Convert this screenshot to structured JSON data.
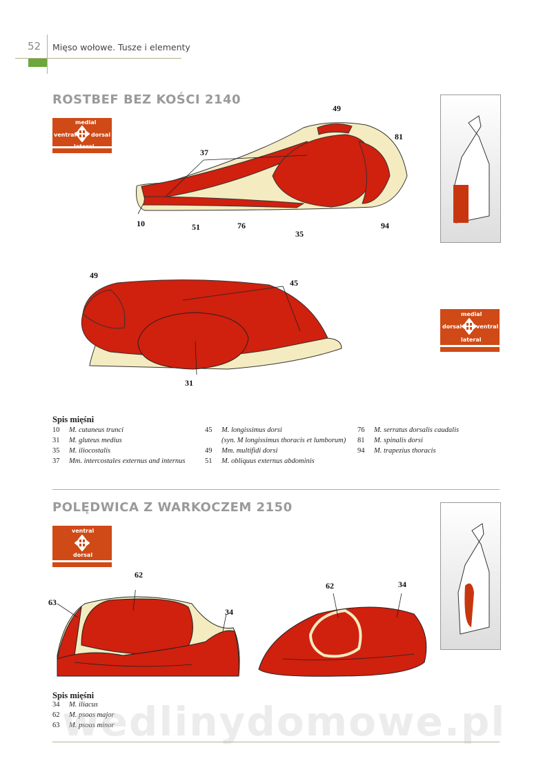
{
  "header": {
    "page_number": "52",
    "title": "Mięso wołowe. Tusze i elementy"
  },
  "colors": {
    "accent": "#cf4a16",
    "meat": "#d0200e",
    "fat": "#f4ebc0",
    "green": "#6aa83a"
  },
  "section1": {
    "title": "ROSTBEF BEZ KOŚCI  2140",
    "orientation1": {
      "top": "medial",
      "left": "ventral",
      "right": "dorsal",
      "bottom": "lateral"
    },
    "orientation2": {
      "top": "medial",
      "left": "dorsal",
      "right": "ventral",
      "bottom": "lateral"
    },
    "diagram1_labels": [
      "49",
      "81",
      "37",
      "10",
      "51",
      "76",
      "35",
      "94"
    ],
    "diagram2_labels": [
      "49",
      "45",
      "31"
    ],
    "legend": {
      "heading": "Spis mięśni",
      "col1": [
        {
          "n": "10",
          "name": "M. cutaneus trunci"
        },
        {
          "n": "31",
          "name": "M. gluteus medius"
        },
        {
          "n": "35",
          "name": "M. iliocostalis"
        },
        {
          "n": "37",
          "name": "Mm. intercostales externus and internus"
        }
      ],
      "col2": [
        {
          "n": "45",
          "name": "M. longissimus dorsi"
        },
        {
          "n": "",
          "name": "(syn. M longissimus thoracis et lumborum)"
        },
        {
          "n": "49",
          "name": "Mm. multifidi dorsi"
        },
        {
          "n": "51",
          "name": "M. obliquus externus abdominis"
        }
      ],
      "col3": [
        {
          "n": "76",
          "name": "M. serratus dorsalis caudalis"
        },
        {
          "n": "81",
          "name": "M. spinalis dorsi"
        },
        {
          "n": "94",
          "name": "M. trapezius thoracis"
        }
      ]
    }
  },
  "section2": {
    "title": "POLĘDWICA Z WARKOCZEM  2150",
    "orientation": {
      "top": "ventral",
      "bottom": "dorsal"
    },
    "diagram3_labels": [
      "62",
      "63",
      "34"
    ],
    "diagram4_labels": [
      "62",
      "34"
    ],
    "legend": {
      "heading": "Spis mięśni",
      "rows": [
        {
          "n": "34",
          "name": "M. iliacus"
        },
        {
          "n": "62",
          "name": "M. psoas major"
        },
        {
          "n": "63",
          "name": "M. psoas minor"
        }
      ]
    }
  },
  "watermark": "wedlinydomowe.pl"
}
